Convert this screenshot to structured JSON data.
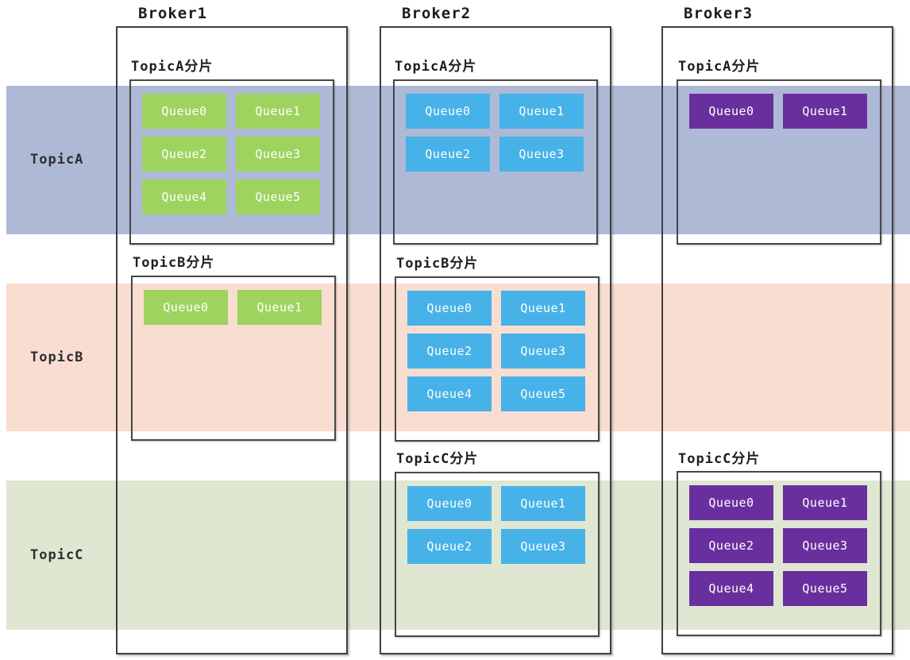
{
  "diagram": {
    "topics": [
      {
        "label": "TopicA",
        "band_color": "#aeb9d6"
      },
      {
        "label": "TopicB",
        "band_color": "#f8ddd0"
      },
      {
        "label": "TopicC",
        "band_color": "#dfe6d2"
      }
    ],
    "brokers": [
      {
        "label": "Broker1",
        "queue_color": "#9ed35f",
        "shards": [
          {
            "title": "TopicA分片",
            "queues": [
              "Queue0",
              "Queue1",
              "Queue2",
              "Queue3",
              "Queue4",
              "Queue5"
            ]
          },
          {
            "title": "TopicB分片",
            "queues": [
              "Queue0",
              "Queue1"
            ]
          }
        ]
      },
      {
        "label": "Broker2",
        "queue_color": "#47b2e8",
        "shards": [
          {
            "title": "TopicA分片",
            "queues": [
              "Queue0",
              "Queue1",
              "Queue2",
              "Queue3"
            ]
          },
          {
            "title": "TopicB分片",
            "queues": [
              "Queue0",
              "Queue1",
              "Queue2",
              "Queue3",
              "Queue4",
              "Queue5"
            ]
          },
          {
            "title": "TopicC分片",
            "queues": [
              "Queue0",
              "Queue1",
              "Queue2",
              "Queue3"
            ]
          }
        ]
      },
      {
        "label": "Broker3",
        "queue_color": "#6a2f9e",
        "shards": [
          {
            "title": "TopicA分片",
            "queues": [
              "Queue0",
              "Queue1"
            ]
          },
          {
            "title": "TopicC分片",
            "queues": [
              "Queue0",
              "Queue1",
              "Queue2",
              "Queue3",
              "Queue4",
              "Queue5"
            ]
          }
        ]
      }
    ]
  }
}
